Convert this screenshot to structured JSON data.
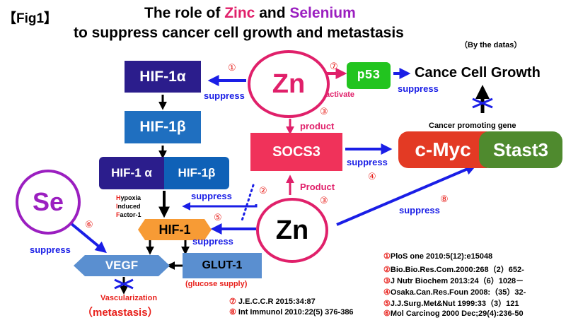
{
  "title": {
    "fig_tag": "【Fig1】",
    "line1_prefix": "The role of ",
    "zinc": "Zinc",
    "line1_mid": " and ",
    "selenium": "Selenium",
    "line2": "to suppress cancer cell growth and metastasis"
  },
  "by_the_datas": "（By the datas）",
  "nodes": {
    "hif1a": "HIF-1α",
    "hif1b": "HIF-1β",
    "hif1a_pair": "HIF-1 α",
    "hif1b_pair": "HIF-1β",
    "hif1": "HIF-1",
    "vegf": "VEGF",
    "glut1": "GLUT-1",
    "socs3": "SOCS3",
    "p53": "p53",
    "cmyc": "c-Myc",
    "stast3": "Stast3",
    "zn": "Zn",
    "se": "Se"
  },
  "hif_acronym": {
    "h": "H",
    "h_rest": "ypoxia",
    "i": "I",
    "i_rest": "nduced",
    "f": "F",
    "f_rest": "actor-1"
  },
  "labels": {
    "suppress": "suppress",
    "activate": "activate",
    "product": "product",
    "product_cap": "Product",
    "cancer_promoting_gene": "Cancer promoting gene",
    "cance_cell_growth": "Cance Cell Growth",
    "glucose_supply": "(glucose supply)",
    "vascularization": "Vascularization",
    "metastasis": "（metastasis）"
  },
  "markers": {
    "m1": "①",
    "m2": "②",
    "m3": "③",
    "m4": "④",
    "m5": "⑤",
    "m6": "⑥",
    "m7": "⑦",
    "m8": "⑧"
  },
  "references_left": [
    {
      "num": "⑦",
      "text": " J.E.C.C.R 2015:34:87"
    },
    {
      "num": "⑧",
      "text": " Int Immunol 2010:22(5) 376-386"
    }
  ],
  "references_right": [
    {
      "num": "①",
      "text": "PloS one 2010:5(12):e15048"
    },
    {
      "num": "②",
      "text": "Bio.Bio.Res.Com.2000:268（2）652-"
    },
    {
      "num": "③",
      "text": "J Nutr Biochem 2013:24（6）1028－"
    },
    {
      "num": "④",
      "text": "Osaka.Can.Res.Foun 2008:（35）32-"
    },
    {
      "num": "⑤",
      "text": "J.J.Surg.Met&Nut 1999:33（3）121"
    },
    {
      "num": "⑥",
      "text": "Mol Carcinog 2000 Dec;29(4):236-50"
    }
  ],
  "colors": {
    "navy": "#2b1d8c",
    "blue_box": "#1f6fc0",
    "blue_pair": "#0f61b7",
    "zinc_pink": "#e0206a",
    "selenium_purple": "#9b1fc0",
    "socs3_red": "#f0325a",
    "p53_green": "#22c41f",
    "cmyc_red": "#e33a24",
    "stast3_green": "#4f8a2e",
    "hif1_orange": "#f79b35",
    "vegf_blue": "#5a8fd0",
    "glut_blue": "#5a8fd0",
    "arrow_blue": "#1a1ee6",
    "ref_red": "#e8211c"
  }
}
